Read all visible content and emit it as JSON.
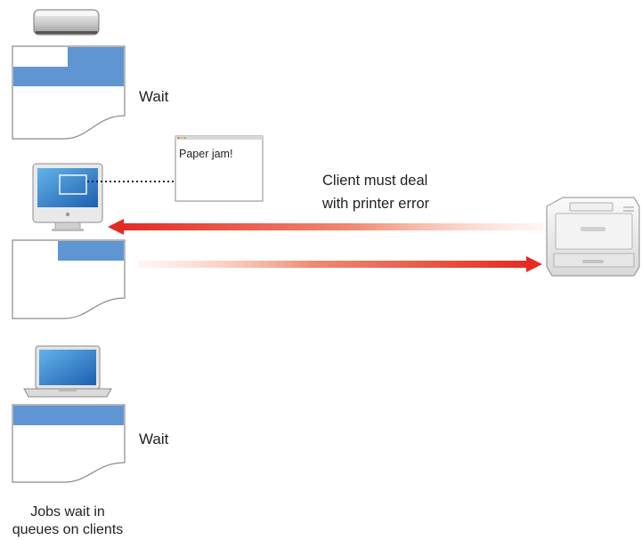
{
  "clients": [
    {
      "device": "mac-mini",
      "status": "Wait"
    },
    {
      "device": "imac",
      "status": ""
    },
    {
      "device": "macbook",
      "status": "Wait"
    }
  ],
  "alert": {
    "text": "Paper jam!"
  },
  "annotation": {
    "line1": "Client must deal",
    "line2": "with printer error"
  },
  "caption": {
    "line1": "Jobs wait in",
    "line2": "queues on clients"
  },
  "colors": {
    "arrow": "#e8302a",
    "queue_bar": "#5f95d2",
    "outline": "#8a8a8a"
  },
  "icons": [
    "mac-mini-icon",
    "imac-icon",
    "macbook-icon",
    "printer-icon"
  ]
}
